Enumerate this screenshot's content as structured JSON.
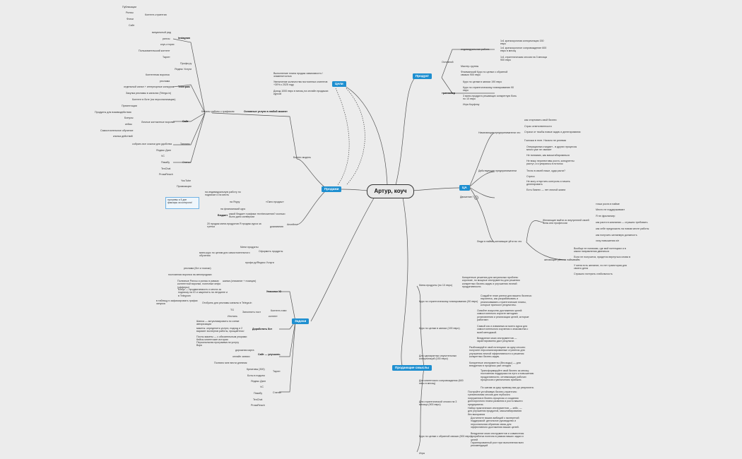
{
  "center": "Артур, коуч",
  "branches": {
    "product": "Продукт",
    "goals": "Цели",
    "sales": "Продажи",
    "ca": "ЦА",
    "tasks": "Задачи",
    "selling": "Продающие смыслы"
  },
  "note": "прогревы и 5 дне фиксиры за контроля!",
  "icon_clock": "clock-icon",
  "colors": {
    "accent": "#1e8fd0",
    "line": "#555555",
    "bg": "#ececec"
  },
  "product": {
    "main": "Основной",
    "individual": "индивидуальная работа",
    "i1": "1х1 краткосрочная консультация 150 евро",
    "i2": "1х1 краткосрочное сопровождение 600 евро в месяц",
    "i3": "1х1 стратегическая сессия на 3 месяца 900 евро",
    "mastermind": "Мастер-группы",
    "flagship": "Флагманский Курс по целям с обратной связью 900 евро",
    "tripwire": "трипвайер",
    "t1": "Курс по целям в записи 190 евро",
    "t2": "Курс по стратегическому планированию 90 евро",
    "t3": "3 мини-продукта решающих конкретную боль по 10 евро",
    "t4": "Игра Коуфлоу"
  },
  "goals": {
    "g1": "Выполнение плана продаж зависимости / знаменитостью",
    "g2": "Увеличение количества постоянных клиентов +30% к 2025 году",
    "g3": "Доход 1000 евро в месяц на онлайн продажах курсов"
  },
  "sales": {
    "business_model": "Бизнес модель",
    "main_services": "Основные услуги в любой момент",
    "traffic": "Каналы работы с трафиком",
    "instagram": "Instagram",
    "content_create": "Контент-стратегия",
    "pubs": "Публикации",
    "reels": "Рилсы",
    "photos": "Фотки",
    "site": "Сайт",
    "visual": "визуальный ряд",
    "reels2": "рилсы",
    "stories": "коуч-сторис",
    "ugc": "Пользовательский контент",
    "target": "Таргет",
    "profiru": "Профи.ру",
    "yandex": "Яндекс Услуги",
    "telegram": "Телеграм",
    "content_funnel": "Контентная воронка",
    "reels3": "реклама",
    "repost": "отдельный канал + интерпорные конкурсы",
    "tg_ads": "Закупка рекламы в каналах (Telega.in)",
    "bot_posts": "Контент в боте (на персонализацию)",
    "site2": "Сайт",
    "presentations": "Презентации",
    "partner_products": "Продукты для взаимодействия",
    "bonus": "Бонусы",
    "cases": "кейсы",
    "self_learning": "Самостоятельное обучение",
    "buttons": "кнопка действий",
    "site_funnel": "Личные контактные воронки",
    "links": "собрать все ссылки для удобства",
    "taplink": "Таплинк",
    "articles": "Статьи",
    "dzen": "Яндекс Дзен",
    "vc": "VC",
    "habr": "Пикабу",
    "tenchat": "TenChat",
    "prosales": "ProsaReach",
    "youtube": "YouTube",
    "rutube": "Промоакции",
    "individual_funnel": "на индивидуальную работу по подписке и на месть",
    "via_ad": "на Ягуру",
    "free_sales": "«Окно продаж»",
    "flagship_course": "на флагманский курс",
    "budget": "Бюджет",
    "budget_q": "какой бюджет трафика тест/вложения? сколько было дано конверсии",
    "budget_plan": "20 продаж мини-продуктов Я продаж курса за третья",
    "upsells": "Апсейлы",
    "upsells2": "дожимания"
  },
  "ca": {
    "dreaming": "Начинающие предприниматели что",
    "d1": "как стартовать свой бизнес",
    "d2": "Страх ответственности",
    "d3": "Страхи от тяжбы новые задач и делегирования",
    "d4": "Госпожа в теле. Начало не успевая",
    "acting": "Действующие предприниматели",
    "a1": "Операционка съедает - в других процессы много уже не хватает",
    "a2": "Не понимаю, как масштабироваться",
    "a3": "Не вижу перспективы роста, конкуренты растут, а я упираюсь в потолок",
    "a4": "Тесно в своей нише, куда расти?",
    "a5": "Стресс",
    "a6": "Не могу отпустить контроль и начать делегировать",
    "a7": "Есть бизнес — нет личной жизни",
    "dvizhenie": "Движение Т",
    "people": "Люди в найме, желающие уйти во что",
    "jump": "Желающие выйти из внутренней своей зоны или профессии",
    "j1": "точки роста в найме",
    "j2": "Место не поддерживают",
    "j3": "Я не фрилансер",
    "j4": "как расти в компании — страшно требовать",
    "j5": "как себе предложить на новом месте работы",
    "j6": "как получить желаемую должность",
    "j7": "хочу повышения з/п",
    "quit": "желающие уйти из найма",
    "q1": "Вообще не понимаю, где мой потенциал и в каком направлении двигаться",
    "q2": "Если не получится, придется вернуться снова в найм",
    "q3": "У меня есть желание, но нет траектории для своего дела",
    "q4": "Страшно потерять стабильность"
  },
  "tasks": {
    "products": "Мини продукты",
    "formulate": "Оформить продукты",
    "mini_course": "мини-курс по целям для самостоятельного обучения",
    "profi": "профи.ру/Яндекс Услуги",
    "instagram": "Упаковка IG",
    "ig1": "реклама (бот и поиски)",
    "ig2": "постоянная воронка на автопродажи",
    "ig3": "Полезные Рилсы и рилсы в рамках контентной воронки, полезные инфо (офферы)",
    "ig4": "Бонус — продвигаемость и места за подписку на IG и закрепить на лендинге и в Telegram",
    "ig5": "в таблицу и зафиксировать график запуска",
    "ig6": "Отобрать для рекламы каналы в Telega.in",
    "content": "Контент-план",
    "account_tg": "шапка (описание + позиция)",
    "tg": "TG",
    "insta": "Инсталь",
    "kontent": "контент",
    "strategy": "Заполнить пост",
    "booster": "Доработать бот",
    "b1": "Шапка — актуализировать по схеме авторизации",
    "b2": "макеты: определить услуги, подход и 2 вариант экспертов работы, прощайтесь!",
    "b3": "Посты макеты — с обязательным упорами",
    "b4": "Кейсы клиентские истории",
    "b5": "Персональная программа на услугу",
    "b6": "Ворк",
    "website": "Сайт — улучшить",
    "w1": "дорожная карта",
    "w2": "онлайн записи",
    "w3": "Полезно мне вести дневник",
    "target": "Таргет",
    "t1": "Креативы (300)",
    "t2": "Боты в подьем",
    "articles": "Статьи",
    "s1": "Яндекс Дзен",
    "s2": "VC",
    "s3": "Пикабу",
    "s4": "TenChat",
    "s5": "ProsaReach"
  },
  "selling": {
    "mini": "Мини-продукты (по 10 евро)",
    "mini_d": "Конкретные решения для актуальных проблем: короткие, но мощные инструменты для решения конкретных бизнес-задач и улучшения личной продуктивности.",
    "strategy": "Курс по стратегическому планированию (90 евро)",
    "strategy_d": "Создайте план успеха для вашего бизнеса: научитесь, как разрабатывать и реализовывать стратегические планы, которые приносят результаты.",
    "goals": "Курс по целям в записи (190 евро)",
    "goals_d1": "Освойте искусство достижения целей: самостоятельно изучите методики установления и реализации целей, которые работают.",
    "goals_d2": "Самый сок и изюминка из моего курса для самостоятельного изучения и знакомства с моей методикой.",
    "goals_d3": "Внедрение моих инструментов — гарантированно даст результат.",
    "short": "Для однократных изучительных консультаций (150 евро)",
    "short_d1": "Разблокируйте свой потенциал за одну сессию: получите персонализированные стратегии для улучшения личной эффективности и решения конкретных бизнес-задач.",
    "short_d2": "Конкретные инструменты (без воды) — для внедрения в процессы уже сегодня",
    "long": "Для клиентского сопровождения (600 евро в месяц)",
    "long_d1": "Трансформируйте свой бизнес за месяц: постоянная поддержка на пути к повышению продуктивности, оптимизации рабочих процессов и увеличению прибыли.",
    "long_d2": "По шагам за руку привожу вас до результата.",
    "session3": "Для стратегической сессии на 3 месяца (900 евро)",
    "session3_d1": "Постройте устойчивую бизнес-стратегию: трехмесячная сессия для глубокого погружения в бизнес-процессы и создания долгосрочного плана развития и роста вашего предприятия.",
    "session3_d2": "Набор практических инструментов — кейс, — для улучшения продуктов, масштабирования без выгорания",
    "flagship": "Курс по целям с обратной связью (900 евро)",
    "flagship_d1": "Достигните ваших амбиций с экспертной поддержкой: детальное руководство и персональная обратная связь для эффективного достижения ваших целей.",
    "flagship_d2": "Внедрение моих инструментов и совместная проработка полезна в рамках ваших задач и целей",
    "flagship_d3": "Гарантированный рост при выполнении всех рекомендаций",
    "game": "Игра"
  }
}
